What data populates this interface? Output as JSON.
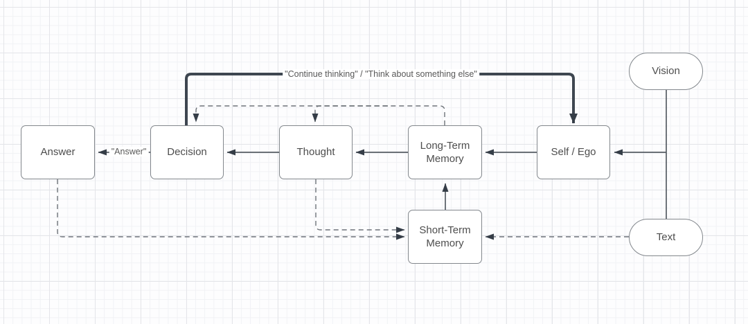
{
  "colors": {
    "background": "#fdfdfe",
    "grid-minor": "#f1f2f5",
    "grid-major": "#e4e5e9",
    "node-fill": "#ffffff",
    "node-border": "#82878c",
    "node-text": "#4d4d4d",
    "edge-solid": "#545b63",
    "edge-dashed": "#6d7278",
    "edge-thick": "#3e4650",
    "arrowhead": "#353d47",
    "label-text": "#585858",
    "label-bg": "#ffffff"
  },
  "nodes": {
    "answer": {
      "label": "Answer",
      "shape": "rectangle"
    },
    "decision": {
      "label": "Decision",
      "shape": "rectangle"
    },
    "thought": {
      "label": "Thought",
      "shape": "rectangle"
    },
    "long_term_memory": {
      "label": "Long-Term\nMemory",
      "shape": "rectangle"
    },
    "self_ego": {
      "label": "Self / Ego",
      "shape": "rectangle"
    },
    "short_term_memory": {
      "label": "Short-Term\nMemory",
      "shape": "rectangle"
    },
    "vision": {
      "label": "Vision",
      "shape": "pill"
    },
    "text": {
      "label": "Text",
      "shape": "pill"
    }
  },
  "edges": [
    {
      "from": "decision",
      "to": "answer",
      "style": "solid",
      "label": "\"Answer\""
    },
    {
      "from": "thought",
      "to": "decision",
      "style": "solid"
    },
    {
      "from": "long_term_memory",
      "to": "thought",
      "style": "solid"
    },
    {
      "from": "self_ego",
      "to": "long_term_memory",
      "style": "solid"
    },
    {
      "from": "decision",
      "to": "self_ego",
      "style": "thick",
      "label": "\"Continue thinking\" / \"Think about something else\""
    },
    {
      "from": "long_term_memory",
      "to": "decision",
      "style": "dashed"
    },
    {
      "from": "long_term_memory",
      "to": "thought",
      "style": "dashed"
    },
    {
      "from": "short_term_memory",
      "to": "long_term_memory",
      "style": "solid"
    },
    {
      "from": "thought",
      "to": "short_term_memory",
      "style": "dashed"
    },
    {
      "from": "answer",
      "to": "short_term_memory",
      "style": "dashed"
    },
    {
      "from": "text",
      "to": "short_term_memory",
      "style": "dashed"
    },
    {
      "from": "vision",
      "to": "self_ego",
      "style": "solid"
    },
    {
      "from": "text",
      "to": "self_ego",
      "style": "solid"
    }
  ]
}
